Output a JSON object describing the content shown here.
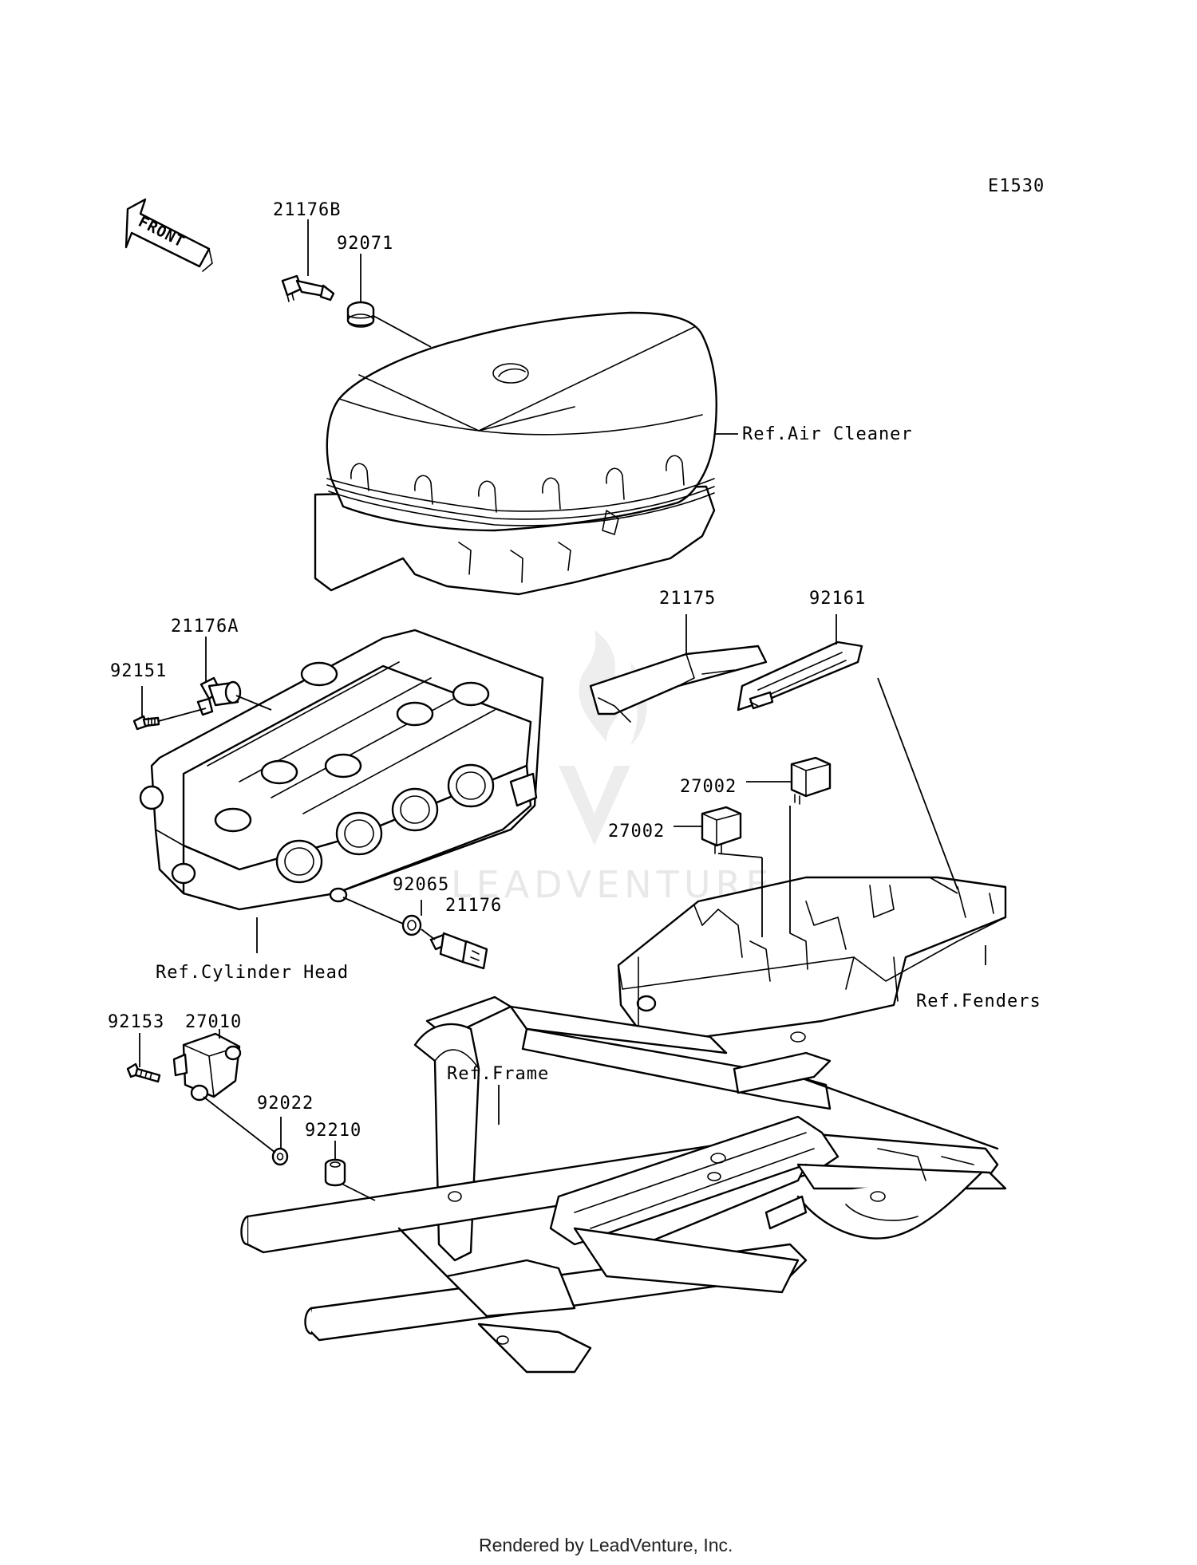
{
  "diagram_id": "E1530",
  "front_arrow": {
    "text": "FRONT",
    "icon": "front-arrow-icon"
  },
  "watermark": "LEADVENTURE",
  "footer": "Rendered by LeadVenture, Inc.",
  "parts": {
    "p21176B": "21176B",
    "p92071": "92071",
    "p21176A": "21176A",
    "p92151": "92151",
    "p21175": "21175",
    "p92161": "92161",
    "p27002a": "27002",
    "p27002b": "27002",
    "p92065": "92065",
    "p21176": "21176",
    "p92153": "92153",
    "p27010": "27010",
    "p92022": "92022",
    "p92210": "92210"
  },
  "refs": {
    "air_cleaner": "Ref.Air Cleaner",
    "cylinder_head": "Ref.Cylinder Head",
    "fenders": "Ref.Fenders",
    "frame": "Ref.Frame"
  }
}
